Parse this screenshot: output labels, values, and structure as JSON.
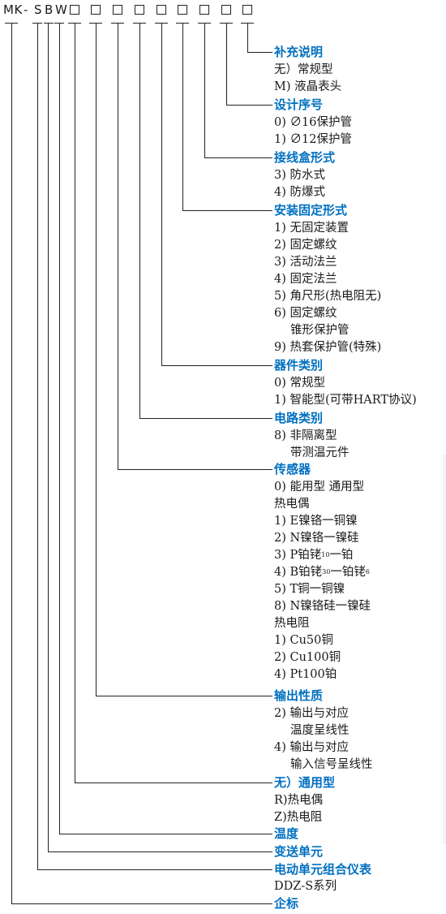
{
  "model_code": {
    "prefix": "MK",
    "dash": "-",
    "letters": [
      "S",
      "B",
      "W"
    ]
  },
  "sections": [
    {
      "heading": "补充说明",
      "items": [
        "无）常规型",
        "M) 液晶表头"
      ]
    },
    {
      "heading": "设计序号",
      "items": [
        "0) ∅16保护管",
        "1) ∅12保护管"
      ]
    },
    {
      "heading": "接线盒形式",
      "items": [
        "3) 防水式",
        "4) 防爆式"
      ]
    },
    {
      "heading": "安装固定形式",
      "items": [
        "1) 无固定装置",
        "2) 固定螺纹",
        "3) 活动法兰",
        "4) 固定法兰",
        "5) 角尺形(热电阻无)",
        "6) 固定螺纹",
        "锥形保护管",
        "9) 热套保护管(特殊)"
      ]
    },
    {
      "heading": "器件类别",
      "items": [
        "0) 常规型",
        "1) 智能型(可带HART协议)"
      ]
    },
    {
      "heading": "电路类别",
      "items": [
        "8) 非隔离型",
        "带测温元件"
      ]
    },
    {
      "heading": "传感器",
      "items": [
        "0) 能用型  通用型",
        "热电偶",
        "1) E镍铬一铜镍",
        "2) N镍铬一镍硅",
        "3) P铂铑",
        "10",
        "一铂",
        "4) B铂铑",
        "30",
        "一铂铑",
        "6",
        "5) T铜一铜镍",
        "8) N镍铬硅一镍硅",
        "热电阻",
        "1) Cu50铜",
        "2) Cu100铜",
        "4) Pt100铂"
      ]
    },
    {
      "heading": "输出性质",
      "items": [
        "2) 输出与对应",
        "温度呈线性",
        "4) 输出与对应",
        "输入信号呈线性"
      ]
    },
    {
      "heading": "无）通用型",
      "items": [
        "R)热电偶",
        "Z)热电阻"
      ]
    },
    {
      "heading": "温度",
      "items": []
    },
    {
      "heading": "变送单元",
      "items": []
    },
    {
      "heading": "电动单元组合仪表",
      "items": [
        "DDZ-S系列"
      ]
    },
    {
      "heading": "企标",
      "items": []
    }
  ]
}
